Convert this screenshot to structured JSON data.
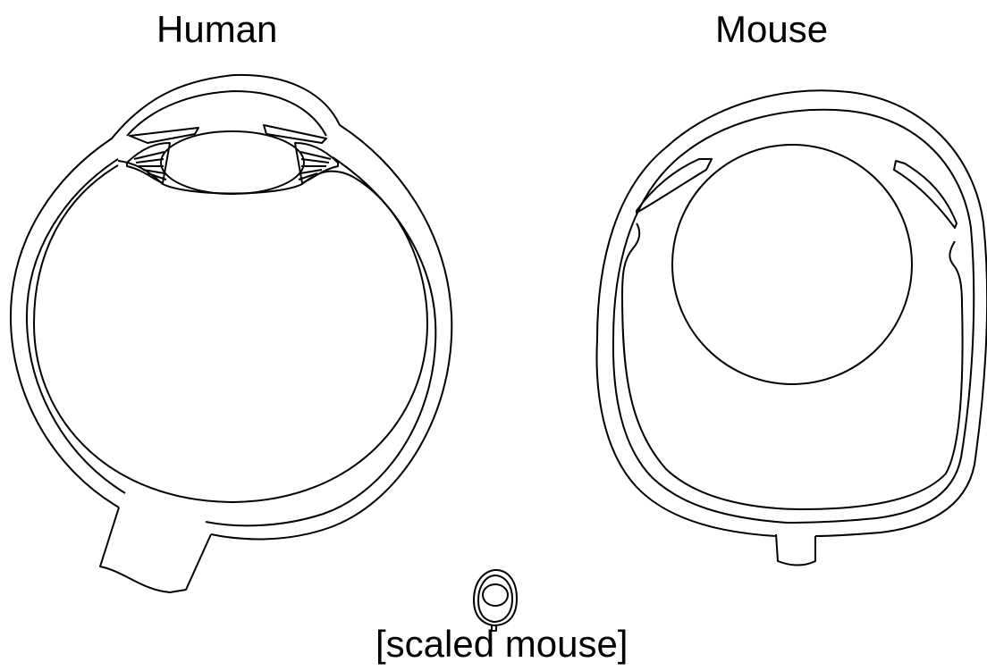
{
  "labels": {
    "human": "Human",
    "mouse": "Mouse",
    "scaled_mouse": "[scaled mouse]"
  },
  "colors": {
    "line": "#000000",
    "background": "#ffffff"
  }
}
